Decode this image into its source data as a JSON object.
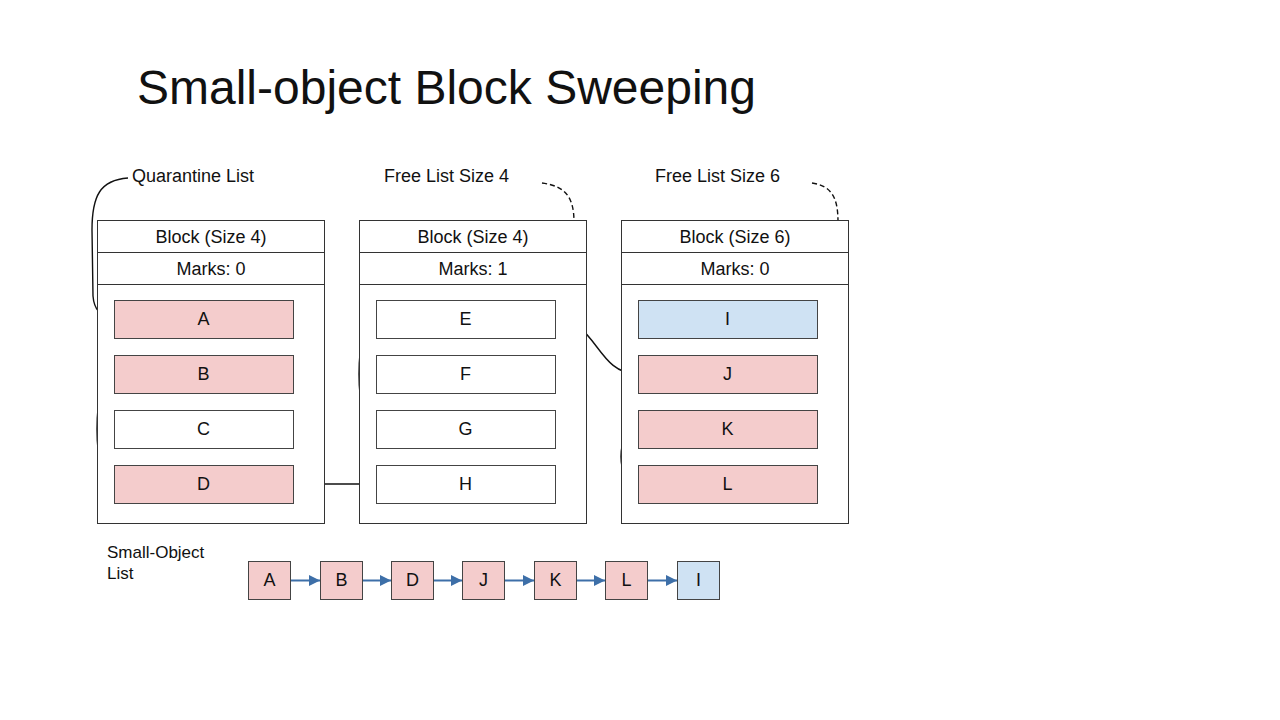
{
  "diagram": {
    "title": "Small-object Block Sweeping",
    "nodes": [
      {
        "text": [
          "Block (Size 4)",
          "Marks: 0"
        ]
      },
      {
        "text": [
          "A"
        ],
        "in": 0
      },
      {
        "text": [
          "B"
        ],
        "in": 0
      },
      {
        "text": [
          "C"
        ],
        "in": 0
      },
      {
        "text": [
          "D"
        ],
        "in": 0
      },
      {
        "text": [
          "Block (Size 4)",
          "Marks: 1"
        ]
      },
      {
        "text": [
          "E"
        ],
        "in": 5
      },
      {
        "text": [
          "F"
        ],
        "in": 5
      },
      {
        "text": [
          "G"
        ],
        "in": 5
      },
      {
        "text": [
          "H"
        ],
        "in": 5
      },
      {
        "text": [
          "Block (Size 6)",
          "Marks: 0"
        ]
      },
      {
        "text": [
          "I"
        ],
        "in": 10
      },
      {
        "text": [
          "J"
        ],
        "in": 10
      },
      {
        "text": [
          "K"
        ],
        "in": 10
      },
      {
        "text": [
          "L"
        ],
        "in": 10
      },
      {
        "text": [
          "A"
        ]
      },
      {
        "text": [
          "B"
        ]
      },
      {
        "text": [
          "D"
        ]
      },
      {
        "text": [
          "J"
        ]
      },
      {
        "text": [
          "K"
        ]
      },
      {
        "text": [
          "L"
        ]
      },
      {
        "text": [
          "I"
        ]
      }
    ],
    "edges": [
      {
        "from": 1,
        "to": 2,
        "arrow": "to"
      },
      {
        "from": 2,
        "to": 4,
        "arrow": "to"
      },
      {
        "from": 4,
        "to": 9,
        "arrow": "to"
      },
      {
        "from": 9,
        "to": 8,
        "arrow": "to"
      },
      {
        "from": 8,
        "to": 6,
        "arrow": "to"
      },
      {
        "from": 6,
        "to": 12,
        "arrow": "to"
      },
      {
        "from": 12,
        "to": 13,
        "arrow": "to"
      },
      {
        "from": 13,
        "to": 14,
        "arrow": "to"
      },
      {
        "from": 15,
        "to": 16,
        "arrow": "to"
      },
      {
        "from": 16,
        "to": 17,
        "arrow": "to"
      },
      {
        "from": 17,
        "to": 18,
        "arrow": "to"
      },
      {
        "from": 18,
        "to": 19,
        "arrow": "to"
      },
      {
        "from": 19,
        "to": 20,
        "arrow": "to"
      },
      {
        "from": 20,
        "to": 21,
        "arrow": "to"
      }
    ],
    "labels": [
      "Quarantine List",
      "Free List Size 4",
      "Free List Size 6",
      "Small-Object List"
    ]
  }
}
